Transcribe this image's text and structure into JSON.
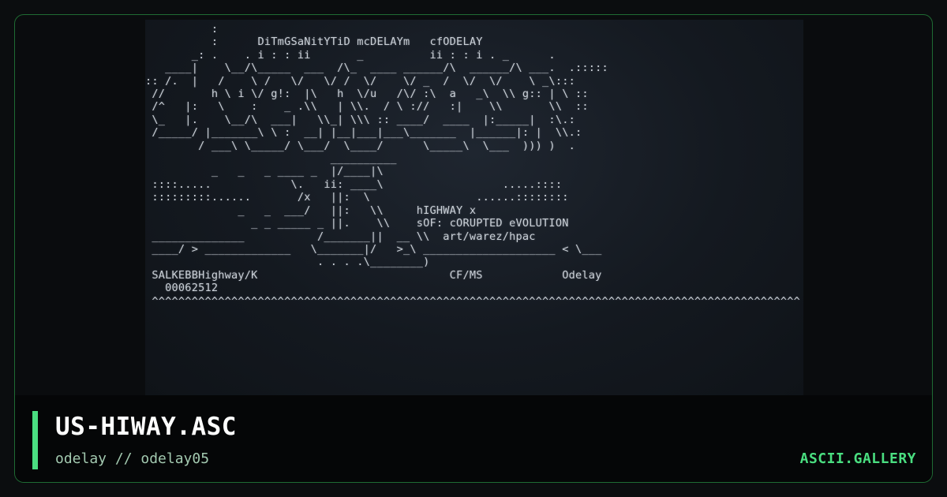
{
  "artwork": {
    "lines": [
      "          :                                             ",
      "          :      DiTmGSaNitYTiD mcDELAYm   cfODELAY     ",
      "       _: .    . i : : ii       _          ii : : i . _      .",
      "   ____|    \\__/\\_____  ___  /\\_  ____ ______/\\  ______/\\ ___.  .:::::",
      ":: /.  |   /    \\ /   \\/   \\/ /  \\/    \\/ _  /  \\/  \\/    \\ _\\:::",
      " //       h \\ i \\/ g!:  |\\   h  \\/u   /\\/ :\\  a   _\\  \\\\ g:: | \\ ::",
      " /^   |:   \\    :    _ .\\\\   | \\\\.  / \\ ://   :|    \\\\       \\\\  ::",
      " \\_   |.    \\__/\\  ___|   \\\\_| \\\\\\ :: ____/  ____  |:_____|  :\\.:",
      " /_____/ |_______\\ \\ :  __| |__|___|___\\_______  |______|: |  \\\\.:",
      "        / ___\\ \\_____/ \\___/  \\____/      \\_____\\  \\___  ))) )  .",
      "                            __________                          ",
      "          _   _   _ ____ _  |/____|\\                           ",
      " ::::.....            \\.   ii: ____\\                  .....::::",
      " :::::::::......       /x   ||:  \\                ......::::::::",
      "              _   _  ___/   ||:   \\\\     hIGHWAY x              ",
      "                _ _ _____ _ ||.    \\\\    sOF: cORUPTED eVOLUTION",
      " ______________           /_______||  __ \\\\  art/warez/hpac       ",
      " ____/ > _____________   \\_______|/   >_\\ ____________________ < \\___",
      "                          . . . .\\________)                          ",
      " SALKEBBHighway/K                             CF/MS            Odelay",
      "   00062512                                                        ",
      " ^^^^^^^^^^^^^^^^^^^^^^^^^^^^^^^^^^^^^^^^^^^^^^^^^^^^^^^^^^^^^^^^^^^^^^^^^^^^^^^^^^^^^^^^^^^^^^^^^^"
    ]
  },
  "footer": {
    "title": "US-HIWAY.ASC",
    "subtitle": "odelay // odelay05",
    "brand": "ASCII.GALLERY"
  },
  "colors": {
    "accent": "#4ade80",
    "border": "#1f6b33",
    "background": "#0a0c0e"
  }
}
